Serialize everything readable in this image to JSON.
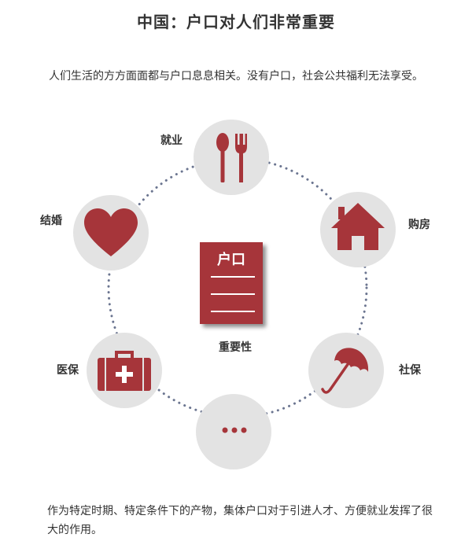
{
  "header": {
    "title": "中国：户口对人们非常重要"
  },
  "intro": {
    "text": "人们生活的方方面面都与户口息息相关。没有户口，社会公共福利无法享受。"
  },
  "center": {
    "card_title": "户口",
    "label": "重要性"
  },
  "nodes": {
    "employment": {
      "label": "就业",
      "icon": "fork-spoon-icon"
    },
    "housing": {
      "label": "购房",
      "icon": "house-icon"
    },
    "marriage": {
      "label": "结婚",
      "icon": "heart-icon"
    },
    "medical": {
      "label": "医保",
      "icon": "medical-kit-icon"
    },
    "social_security": {
      "label": "社保",
      "icon": "umbrella-icon"
    },
    "more": {
      "label": "",
      "icon": "ellipsis-icon"
    }
  },
  "colors": {
    "accent": "#a6353a",
    "circle": "#e3e3e3",
    "dots": "#6b7590",
    "text": "#333333"
  },
  "footer": {
    "text": "作为特定时期、特定条件下的产物，集体户口对于引进人才、方便就业发挥了很大的作用。"
  }
}
